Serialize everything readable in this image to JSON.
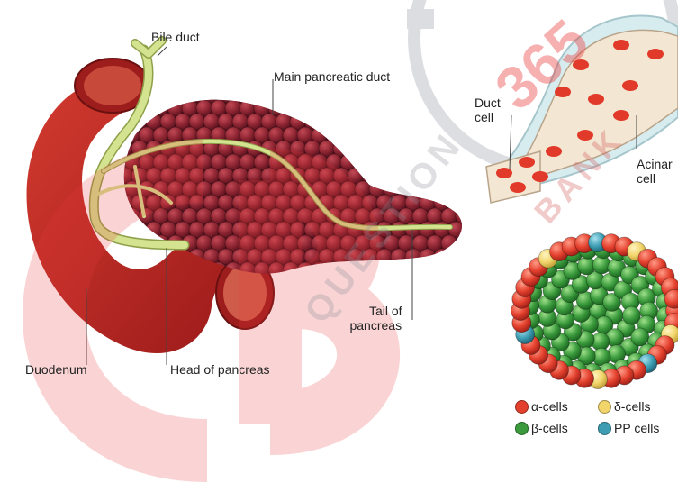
{
  "labels": {
    "bile_duct": "Bile duct",
    "main_pancreatic_duct": "Main pancreatic duct",
    "duct_cell_line1": "Duct",
    "duct_cell_line2": "cell",
    "acinar_cell_line1": "Acinar",
    "acinar_cell_line2": "cell",
    "tail_line1": "Tail of",
    "tail_line2": "pancreas",
    "duodenum": "Duodenum",
    "head_of_pancreas": "Head of pancreas"
  },
  "legend": [
    {
      "label": "α-cells",
      "color": "#e3402d"
    },
    {
      "label": "δ-cells",
      "color": "#f1d46a"
    },
    {
      "label": "β-cells",
      "color": "#3a9a3c"
    },
    {
      "label": "PP cells",
      "color": "#3d9db3"
    }
  ],
  "watermark": {
    "number": "365",
    "question": "QUESTION",
    "bank": "BANK",
    "logo_color": "#e83a3a"
  },
  "colors": {
    "duodenum": "#b82222",
    "pancreas": "#8e2532",
    "duct": "#cfe08c"
  }
}
